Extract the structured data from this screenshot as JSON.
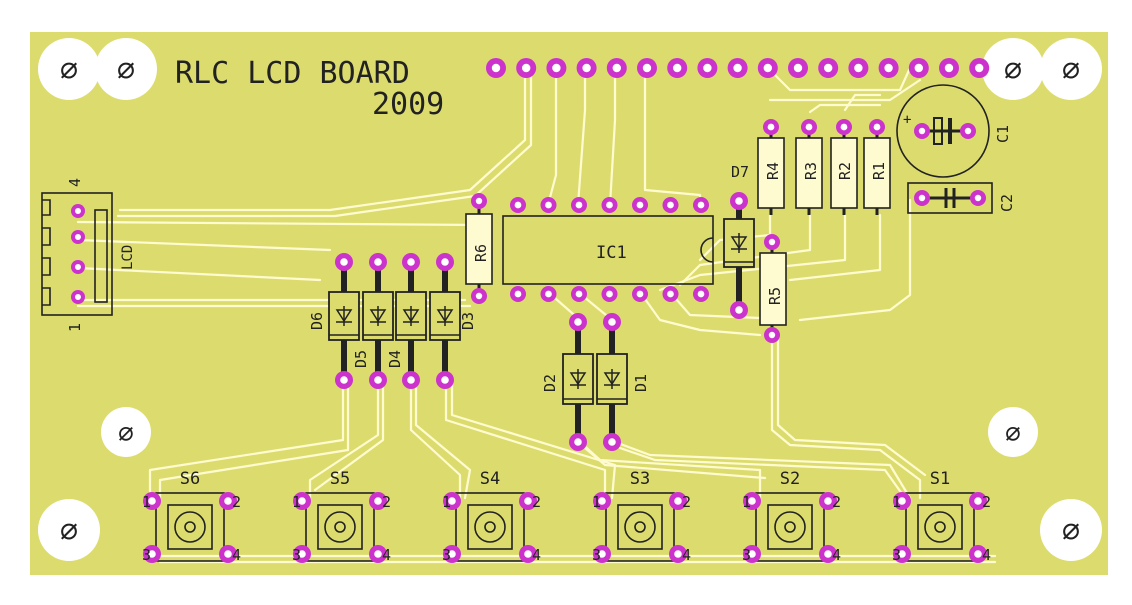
{
  "board": {
    "title_line1": "RLC LCD BOARD",
    "title_line2": "2009"
  },
  "colors": {
    "board": "#dcdc6e",
    "pad": "#cc33cc",
    "pad_hole": "#ffffff",
    "trace": "#fffbd0",
    "silkscreen": "#222222",
    "mount_hole": "#ffffff"
  },
  "labels": {
    "ic1": "IC1",
    "r1": "R1",
    "r2": "R2",
    "r3": "R3",
    "r4": "R4",
    "r5": "R5",
    "r6": "R6",
    "c1": "C1",
    "c1_plus": "+",
    "c2": "C2",
    "d1": "D1",
    "d2": "D2",
    "d3": "D3",
    "d4": "D4",
    "d5": "D5",
    "d6": "D6",
    "d7": "D7",
    "lcd": "LCD",
    "lcd_pin_top": "4",
    "lcd_pin_bottom": "1",
    "mount_symbol": "∅",
    "switches": [
      "S6",
      "S5",
      "S4",
      "S3",
      "S2",
      "S1"
    ],
    "switch_pins": [
      "1",
      "2",
      "3",
      "4"
    ]
  }
}
